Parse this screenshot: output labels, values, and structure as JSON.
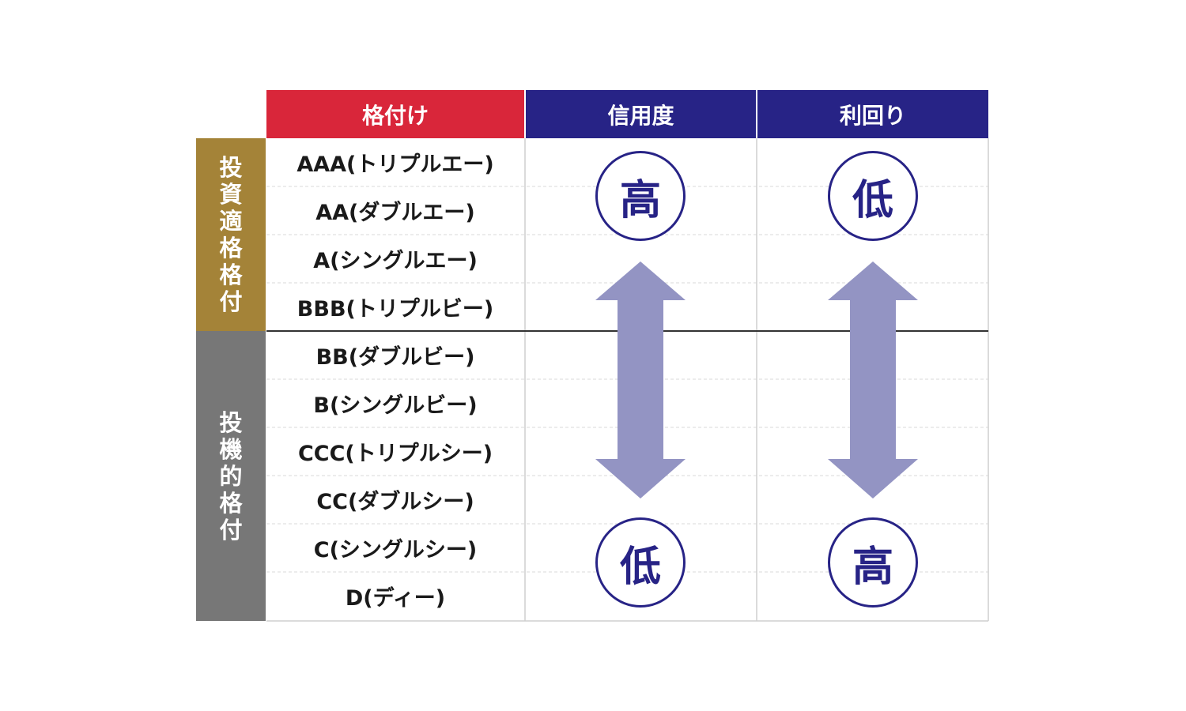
{
  "headers": {
    "rating": "格付け",
    "credit": "信用度",
    "yield": "利回り"
  },
  "groups": {
    "investment_grade": "投資適格格付",
    "speculative_grade": "投機的格付"
  },
  "ratings": [
    "AAA(トリプルエー)",
    "AA(ダブルエー)",
    "A(シングルエー)",
    "BBB(トリプルビー)",
    "BB(ダブルビー)",
    "B(シングルビー)",
    "CCC(トリプルシー)",
    "CC(ダブルシー)",
    "C(シングルシー)",
    "D(ディー)"
  ],
  "credit": {
    "top": "高",
    "bottom": "低"
  },
  "yield": {
    "top": "低",
    "bottom": "高"
  },
  "colors": {
    "rating_header": "#d9263a",
    "navy": "#272386",
    "investment_band": "#a48338",
    "speculative_band": "#777777",
    "arrow": "#9394c3"
  }
}
